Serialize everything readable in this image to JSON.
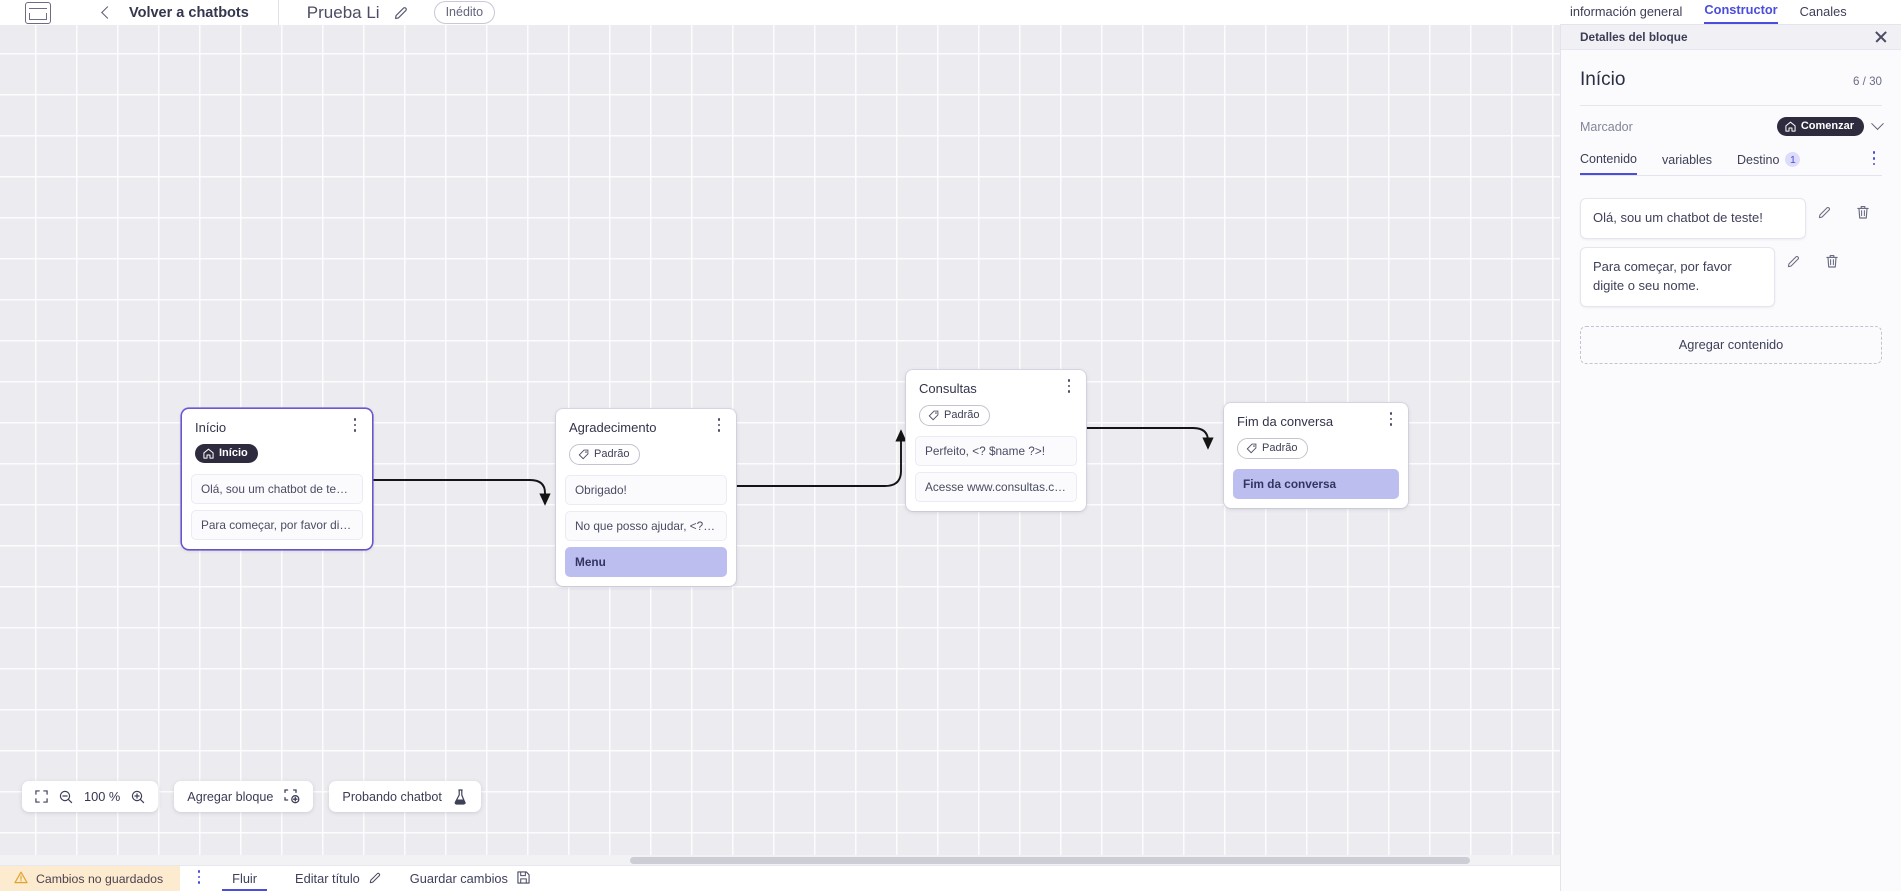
{
  "topbar": {
    "logo_icon": "app-logo-icon",
    "back_icon": "chevron-left-icon",
    "back_label": "Volver a chatbots",
    "bot_title": "Prueba Li",
    "edit_icon": "pencil-icon",
    "status_pill": "Inédito"
  },
  "top_tabs": [
    {
      "label": "información general",
      "active": false
    },
    {
      "label": "Constructor",
      "active": true
    },
    {
      "label": "Canales",
      "active": false
    }
  ],
  "canvas": {
    "nodes": [
      {
        "title": "Início",
        "badge": {
          "label": "Início",
          "style": "dark",
          "icon": "home-icon"
        },
        "messages": [
          {
            "text": "Olá, sou um chatbot de teste!",
            "style": "normal"
          },
          {
            "text": "Para começar, por favor digite o ...",
            "style": "normal"
          }
        ],
        "selected": true
      },
      {
        "title": "Agradecimento",
        "badge": {
          "label": "Padrão",
          "style": "light",
          "icon": "tag-icon"
        },
        "messages": [
          {
            "text": "Obrigado!",
            "style": "normal"
          },
          {
            "text": "No que posso ajudar, <? $name ...",
            "style": "normal"
          },
          {
            "text": "Menu",
            "style": "menu"
          }
        ],
        "selected": false
      },
      {
        "title": "Consultas",
        "badge": {
          "label": "Padrão",
          "style": "light",
          "icon": "tag-icon"
        },
        "messages": [
          {
            "text": "Perfeito, <? $name ?>!",
            "style": "normal"
          },
          {
            "text": "Acesse www.consultas.com par...",
            "style": "normal"
          }
        ],
        "selected": false
      },
      {
        "title": "Fim da conversa",
        "badge": {
          "label": "Padrão",
          "style": "light",
          "icon": "tag-icon"
        },
        "messages": [
          {
            "text": "Fim da conversa",
            "style": "menu"
          }
        ],
        "selected": false
      }
    ]
  },
  "float_tools": {
    "fit_icon": "fit-screen-icon",
    "zoom_out_icon": "zoom-out-icon",
    "zoom_level": "100 %",
    "zoom_in_icon": "zoom-in-icon",
    "add_block_label": "Agregar bloque",
    "add_block_icon": "add-block-icon",
    "test_label": "Probando chatbot",
    "test_icon": "flask-icon"
  },
  "statusbar": {
    "warning_icon": "warning-triangle-icon",
    "unsaved_label": "Cambios no guardados",
    "kebab_icon": "kebab-menu-icon",
    "flow_tab": "Fluir",
    "edit_title_label": "Editar título",
    "edit_title_icon": "pencil-icon",
    "save_label": "Guardar cambios",
    "save_icon": "save-disk-icon"
  },
  "panel": {
    "header_title": "Detalles del bloque",
    "close_icon": "close-icon",
    "block_title": "Início",
    "count": "6 / 30",
    "marcador_label": "Marcador",
    "marcador_value": "Comenzar",
    "marcador_icon": "home-icon",
    "marcador_chevron": "chevron-down-icon",
    "tabs": [
      {
        "label": "Contenido",
        "active": true,
        "badge": null
      },
      {
        "label": "variables",
        "active": false,
        "badge": null
      },
      {
        "label": "Destino",
        "active": false,
        "badge": "1"
      }
    ],
    "tabs_kebab_icon": "kebab-menu-icon",
    "contents": [
      {
        "text": "Olá, sou um chatbot de teste!",
        "edit_icon": "pencil-icon",
        "delete_icon": "trash-icon"
      },
      {
        "text": "Para começar, por favor digite o seu nome.",
        "edit_icon": "pencil-icon",
        "delete_icon": "trash-icon"
      }
    ],
    "add_content_label": "Agregar contenido"
  },
  "colors": {
    "accent": "#4b4ddb",
    "selected_node_border": "#6f5bd6",
    "menu_bubble": "#bdbef0",
    "badge_dark": "#2d2b3d",
    "unsaved_bg": "#fdebcf",
    "canvas_bg": "#ececf0"
  }
}
